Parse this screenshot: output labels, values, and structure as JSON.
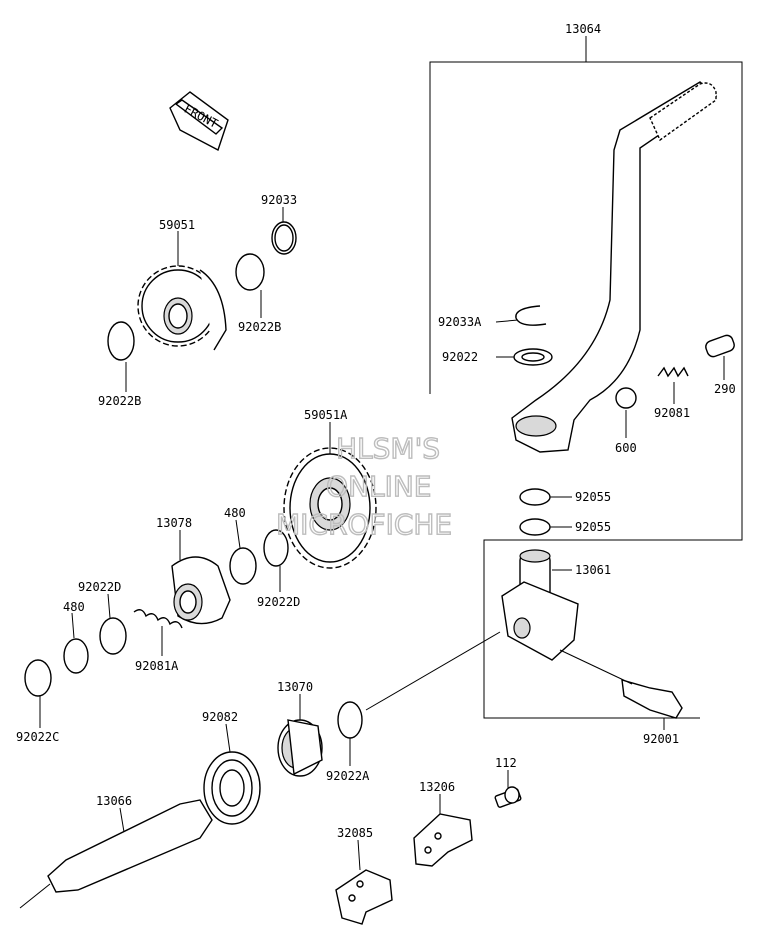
{
  "front_arrow": {
    "label": "FRONT"
  },
  "watermark": {
    "line1": "HLSM'S",
    "line2": "ONLINE",
    "line3": "MICROFICHE"
  },
  "parts": {
    "p13064": "13064",
    "p92033": "92033",
    "p59051": "59051",
    "p92022B_top": "92022B",
    "p92022B_left": "92022B",
    "p92033A": "92033A",
    "p92022": "92022",
    "p92081": "92081",
    "p290": "290",
    "p600": "600",
    "p59051A": "59051A",
    "p13078": "13078",
    "p480_top": "480",
    "p92022D_right": "92022D",
    "p92022D_left": "92022D",
    "p480_left": "480",
    "p92081A": "92081A",
    "p92022C": "92022C",
    "p92055_a": "92055",
    "p92055_b": "92055",
    "p13061": "13061",
    "p13070": "13070",
    "p92082": "92082",
    "p92022A": "92022A",
    "p92001": "92001",
    "p112": "112",
    "p13206": "13206",
    "p13066": "13066",
    "p32085": "32085"
  }
}
